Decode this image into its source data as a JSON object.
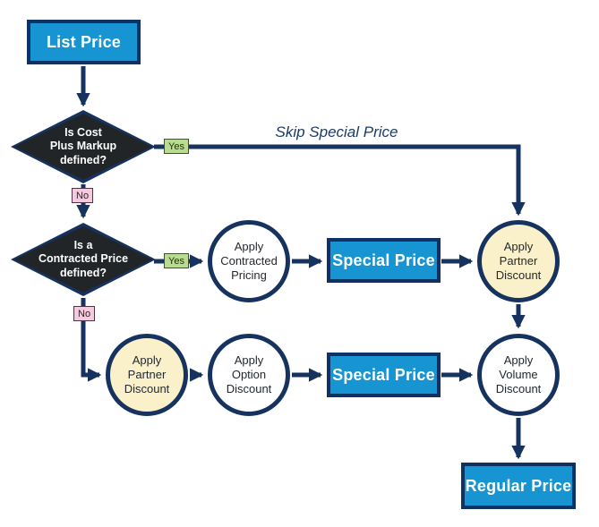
{
  "colors": {
    "connector": "#16335f",
    "process_box_fill": "#1795d3",
    "process_box_border": "#0f3266",
    "process_box_text": "#ffffff",
    "decision_fill": "#222527",
    "decision_text": "#ffffff",
    "circle_fill": "#ffffff",
    "circle_highlight_fill": "#faf1ca",
    "circle_border": "#16335f",
    "circle_text": "#23292f",
    "yes_tag_fill": "#b9db90",
    "no_tag_fill": "#f6cadd",
    "edge_caption_text": "#1b3a66"
  },
  "nodes": {
    "list_price": {
      "label": "List Price",
      "type": "process"
    },
    "cost_plus_decision": {
      "label": "Is Cost\nPlus Markup\ndefined?",
      "type": "decision"
    },
    "contracted_price_decision": {
      "label": "Is a\nContracted Price\ndefined?",
      "type": "decision"
    },
    "apply_contracted_pricing": {
      "label": "Apply\nContracted\nPricing",
      "type": "step"
    },
    "special_price_top": {
      "label": "Special Price",
      "type": "process"
    },
    "apply_partner_discount_top": {
      "label": "Apply\nPartner\nDiscount",
      "type": "step-highlight"
    },
    "apply_partner_discount_bottom": {
      "label": "Apply\nPartner\nDiscount",
      "type": "step-highlight"
    },
    "apply_option_discount": {
      "label": "Apply\nOption\nDiscount",
      "type": "step"
    },
    "special_price_bottom": {
      "label": "Special Price",
      "type": "process"
    },
    "apply_volume_discount": {
      "label": "Apply\nVolume\nDiscount",
      "type": "step"
    },
    "regular_price": {
      "label": "Regular Price",
      "type": "process"
    }
  },
  "edge_labels": {
    "cost_plus_yes": "Yes",
    "cost_plus_no": "No",
    "contracted_yes": "Yes",
    "contracted_no": "No",
    "skip_special_price": "Skip Special Price"
  }
}
